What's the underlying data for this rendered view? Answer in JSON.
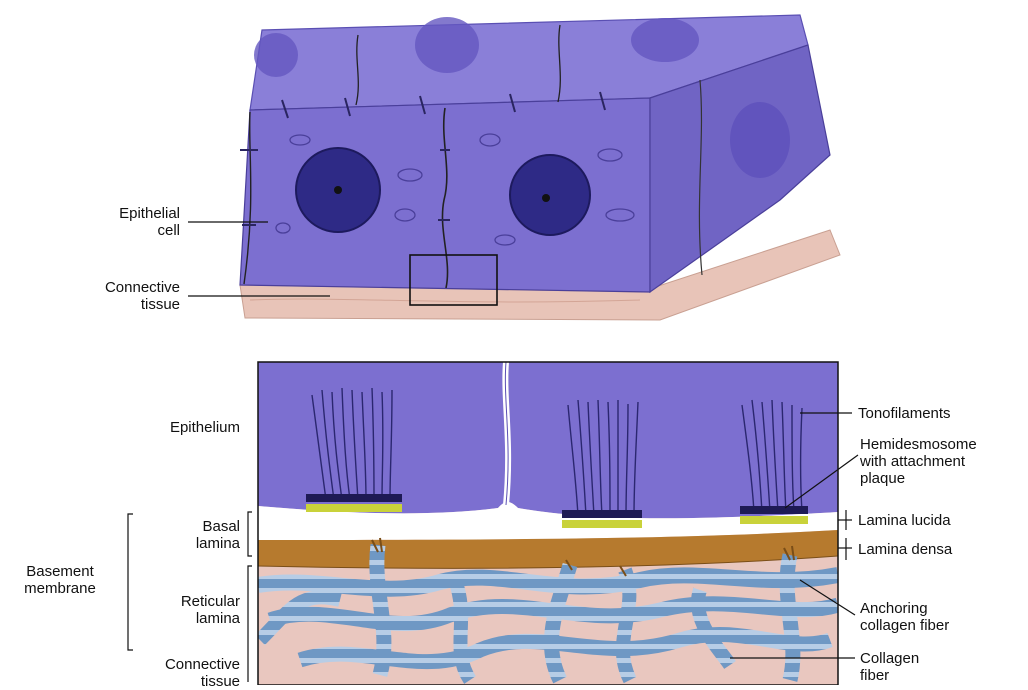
{
  "figure": {
    "top_labels": {
      "epithelial_cell": [
        "Epithelial",
        "cell"
      ],
      "connective_tissue": [
        "Connective",
        "tissue"
      ]
    },
    "bottom_left_labels": {
      "epithelium": "Epithelium",
      "basal_lamina": [
        "Basal",
        "lamina"
      ],
      "basement_membrane": [
        "Basement",
        "membrane"
      ],
      "reticular_lamina": [
        "Reticular",
        "lamina"
      ],
      "connective_tissue": [
        "Connective",
        "tissue"
      ]
    },
    "bottom_right_labels": {
      "tonofilaments": "Tonofilaments",
      "hemidesmosome": [
        "Hemidesmosome",
        "with attachment",
        "plaque"
      ],
      "lamina_lucida": "Lamina lucida",
      "lamina_densa": "Lamina densa",
      "anchoring_collagen": [
        "Anchoring",
        "collagen fiber"
      ],
      "collagen_fiber": [
        "Collagen",
        "fiber"
      ]
    },
    "colors": {
      "epithelium": "#7c6fd0",
      "epithelium_dark": "#5a4fb3",
      "nucleus": "#2e2a86",
      "connective": "#e9c7bf",
      "lamina_densa": "#b67a2e",
      "collagen": "#6f98c4",
      "hemidesmosome_plaque": "#c9d23a"
    }
  }
}
